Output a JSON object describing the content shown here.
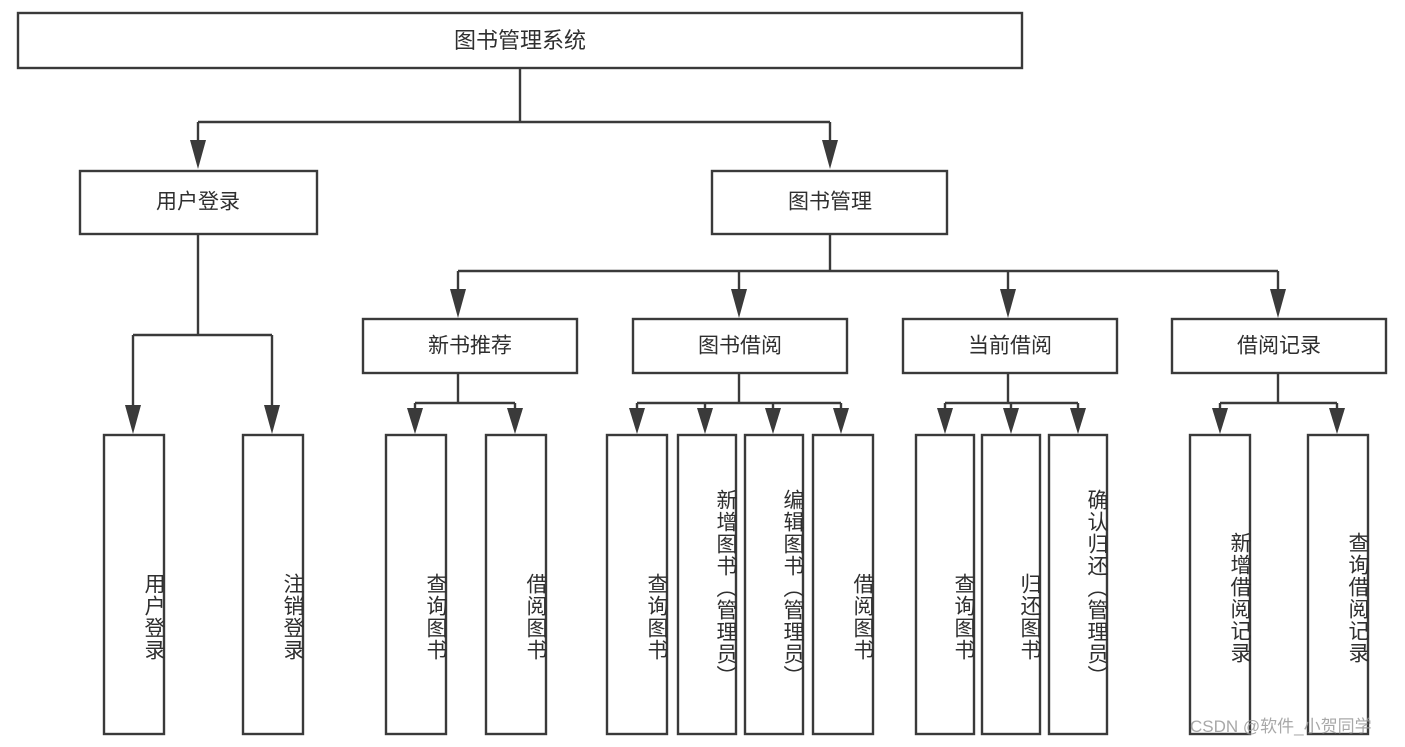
{
  "diagram": {
    "type": "tree",
    "title": "图书管理系统",
    "watermark": "CSDN @软件_小贺同学",
    "colors": {
      "background": "#ffffff",
      "stroke": "#3a3a3a",
      "text": "#2f2f2f",
      "watermark": "#9a9a9a"
    },
    "levels": [
      {
        "level": 1,
        "nodes": [
          {
            "id": "root",
            "label": "图书管理系统",
            "orientation": "horizontal"
          }
        ]
      },
      {
        "level": 2,
        "nodes": [
          {
            "id": "login",
            "label": "用户登录",
            "orientation": "horizontal",
            "parent": "root"
          },
          {
            "id": "bookmgmt",
            "label": "图书管理",
            "orientation": "horizontal",
            "parent": "root"
          }
        ]
      },
      {
        "level": 3,
        "nodes": [
          {
            "id": "newbook",
            "label": "新书推荐",
            "orientation": "horizontal",
            "parent": "bookmgmt"
          },
          {
            "id": "borrow",
            "label": "图书借阅",
            "orientation": "horizontal",
            "parent": "bookmgmt"
          },
          {
            "id": "current",
            "label": "当前借阅",
            "orientation": "horizontal",
            "parent": "bookmgmt"
          },
          {
            "id": "records",
            "label": "借阅记录",
            "orientation": "horizontal",
            "parent": "bookmgmt"
          }
        ]
      },
      {
        "level": 4,
        "nodes": [
          {
            "id": "leaf1",
            "label": "用户登录",
            "orientation": "vertical",
            "parent": "login"
          },
          {
            "id": "leaf2",
            "label": "注销登录",
            "orientation": "vertical",
            "parent": "login"
          },
          {
            "id": "leaf3",
            "label": "查询图书",
            "orientation": "vertical",
            "parent": "newbook"
          },
          {
            "id": "leaf4",
            "label": "借阅图书",
            "orientation": "vertical",
            "parent": "newbook"
          },
          {
            "id": "leaf5",
            "label": "查询图书",
            "orientation": "vertical",
            "parent": "borrow"
          },
          {
            "id": "leaf6",
            "label": "新增图书（管理员）",
            "orientation": "vertical",
            "parent": "borrow"
          },
          {
            "id": "leaf7",
            "label": "编辑图书（管理员）",
            "orientation": "vertical",
            "parent": "borrow"
          },
          {
            "id": "leaf8",
            "label": "借阅图书",
            "orientation": "vertical",
            "parent": "borrow"
          },
          {
            "id": "leaf9",
            "label": "查询图书",
            "orientation": "vertical",
            "parent": "current"
          },
          {
            "id": "leaf10",
            "label": "归还图书",
            "orientation": "vertical",
            "parent": "current"
          },
          {
            "id": "leaf11",
            "label": "确认归还（管理员）",
            "orientation": "vertical",
            "parent": "current"
          },
          {
            "id": "leaf12",
            "label": "新增借阅记录",
            "orientation": "vertical",
            "parent": "records"
          },
          {
            "id": "leaf13",
            "label": "查询借阅记录",
            "orientation": "vertical",
            "parent": "records"
          }
        ]
      }
    ]
  }
}
